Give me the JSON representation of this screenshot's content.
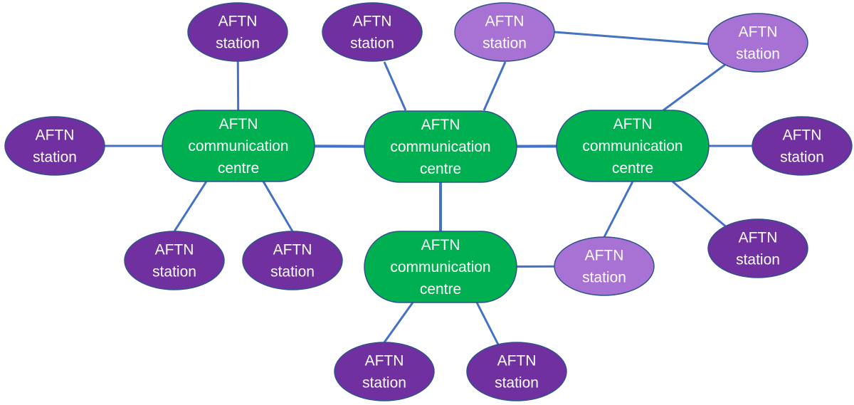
{
  "diagram": {
    "colors": {
      "centre_fill": "#00B050",
      "station_dark_fill": "#7030A0",
      "station_light_fill": "#A872D5",
      "stroke": "#2F528F",
      "edge": "#4472C4",
      "text": "#FFFFFF"
    },
    "centres": [
      {
        "id": "c1",
        "lines": [
          "AFTN",
          "communication",
          "centre"
        ]
      },
      {
        "id": "c2",
        "lines": [
          "AFTN",
          "communication",
          "centre"
        ]
      },
      {
        "id": "c3",
        "lines": [
          "AFTN",
          "communication",
          "centre"
        ]
      },
      {
        "id": "c4",
        "lines": [
          "AFTN",
          "communication",
          "centre"
        ]
      }
    ],
    "stations": [
      {
        "id": "s1",
        "lines": [
          "AFTN",
          "station"
        ],
        "variant": "dark"
      },
      {
        "id": "s2",
        "lines": [
          "AFTN",
          "station"
        ],
        "variant": "dark"
      },
      {
        "id": "s3",
        "lines": [
          "AFTN",
          "station"
        ],
        "variant": "dark"
      },
      {
        "id": "s4",
        "lines": [
          "AFTN",
          "station"
        ],
        "variant": "dark"
      },
      {
        "id": "s5",
        "lines": [
          "AFTN",
          "station"
        ],
        "variant": "dark"
      },
      {
        "id": "s6",
        "lines": [
          "AFTN",
          "station"
        ],
        "variant": "light"
      },
      {
        "id": "s7",
        "lines": [
          "AFTN",
          "station"
        ],
        "variant": "light"
      },
      {
        "id": "s8",
        "lines": [
          "AFTN",
          "station"
        ],
        "variant": "dark"
      },
      {
        "id": "s9",
        "lines": [
          "AFTN",
          "station"
        ],
        "variant": "dark"
      },
      {
        "id": "s10",
        "lines": [
          "AFTN",
          "station"
        ],
        "variant": "light"
      },
      {
        "id": "s11",
        "lines": [
          "AFTN",
          "station"
        ],
        "variant": "dark"
      },
      {
        "id": "s12",
        "lines": [
          "AFTN",
          "station"
        ],
        "variant": "dark"
      }
    ],
    "edges": [
      [
        "c1",
        "c2"
      ],
      [
        "c2",
        "c3"
      ],
      [
        "c2",
        "c4"
      ],
      [
        "c1",
        "s1"
      ],
      [
        "c1",
        "s2"
      ],
      [
        "c1",
        "s3"
      ],
      [
        "c1",
        "s4"
      ],
      [
        "c2",
        "s5"
      ],
      [
        "c2",
        "s6"
      ],
      [
        "s6",
        "s7"
      ],
      [
        "c3",
        "s7"
      ],
      [
        "c3",
        "s8"
      ],
      [
        "c3",
        "s9"
      ],
      [
        "c3",
        "s10"
      ],
      [
        "c4",
        "s10"
      ],
      [
        "c4",
        "s11"
      ],
      [
        "c4",
        "s12"
      ]
    ]
  }
}
